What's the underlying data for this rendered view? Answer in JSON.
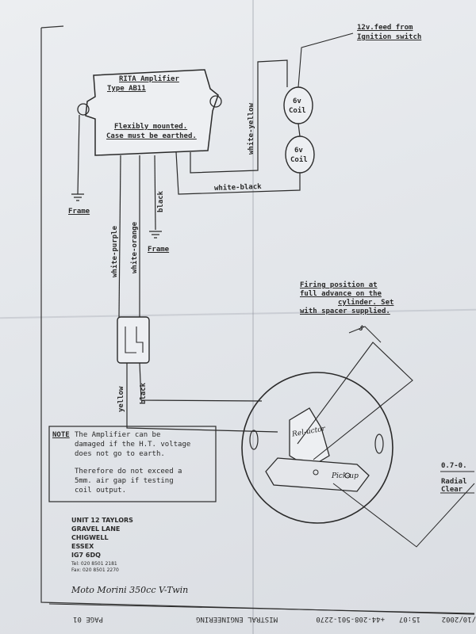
{
  "amplifier": {
    "title": "RITA Amplifier",
    "type": "Type AB11",
    "note_line1": "Flexibly mounted.",
    "note_line2": "Case must be earthed."
  },
  "feed": {
    "line1": "12v.feed from",
    "line2": "Ignition switch"
  },
  "coil_top": {
    "volt": "6v",
    "name": "Coil"
  },
  "coil_bottom": {
    "volt": "6v",
    "name": "Coil"
  },
  "wires": {
    "white_yellow": "white-yellow",
    "white_black": "white-black",
    "black": "black",
    "white_purple": "white-purple",
    "white_orange": "white-orange",
    "yellow": "yellow",
    "black2": "black"
  },
  "frame_left": "Frame",
  "frame_mid": "Frame",
  "firing": {
    "line1": "Firing position at",
    "line2": "full advance on the",
    "line3": "cylinder. Set",
    "line4": "with spacer supplied."
  },
  "gap_label": "5",
  "reluctor_label": "Rel-uctor",
  "pickup_label": "Pick-up",
  "clearance": {
    "value": "0.7-0.",
    "line1": "Radial",
    "line2": "Clear"
  },
  "note": {
    "heading": "NOTE",
    "line1": "The Amplifier can be",
    "line2": "damaged if the H.T. voltage",
    "line3": "does not go to earth.",
    "line4": "Therefore do not exceed a",
    "line5": "5mm. air gap if testing",
    "line6": "coil output."
  },
  "address": {
    "line1": "UNIT 12 TAYLORS",
    "line2": "GRAVEL LANE",
    "line3": "CHIGWELL",
    "line4": "ESSEX",
    "line5": "IG7 6DQ",
    "tel": "Tel: 020 8501 2181",
    "fax": "Fax: 020 8501 2270"
  },
  "handwritten": "Moto Morini 350cc V-Twin",
  "footer": {
    "page": "PAGE 01",
    "company": "MISTRAL ENGINEERING",
    "phone": "+44-208-501-2270",
    "time": "15:07",
    "date": "/10/2002"
  },
  "colors": {
    "ink": "#2a2a2a",
    "paper": "#e6e8ec",
    "highlight": "#e8e060"
  }
}
